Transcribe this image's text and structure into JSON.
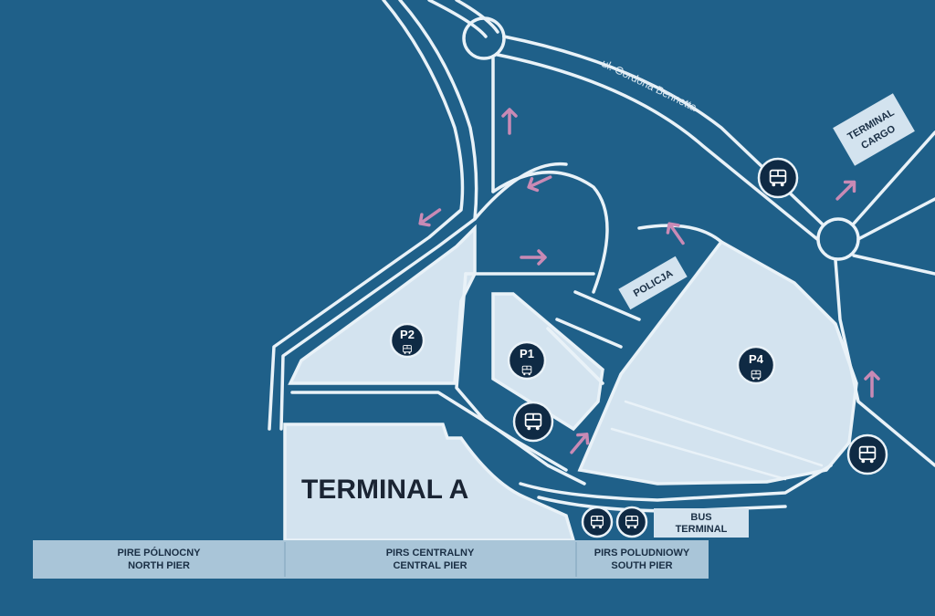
{
  "colors": {
    "background": "#1f6089",
    "road": "#e9f2f8",
    "lot": "#d3e3ef",
    "arrow": "#c98ab5",
    "badge": "#0f2a44"
  },
  "street": {
    "name": "ul. Gordona Bennetta"
  },
  "terminal": {
    "name": "TERMINAL A"
  },
  "cargo": {
    "line1": "TERMINAL",
    "line2": "CARGO"
  },
  "police": {
    "label": "POLICJA"
  },
  "bus_terminal": {
    "line1": "BUS",
    "line2": "TERMINAL"
  },
  "parking": [
    {
      "label": "P2",
      "icon": "bus-icon"
    },
    {
      "label": "P1",
      "icon": "bus-icon"
    },
    {
      "label": "P4",
      "icon": "bus-icon"
    }
  ],
  "bus_stops_icon": "bus-icon",
  "piers": [
    {
      "pl": "PIRE PÓLNOCNY",
      "en": "NORTH PIER"
    },
    {
      "pl": "PIRS CENTRALNY",
      "en": "CENTRAL PIER"
    },
    {
      "pl": "PIRS POLUDNIOWY",
      "en": "SOUTH PIER"
    }
  ]
}
